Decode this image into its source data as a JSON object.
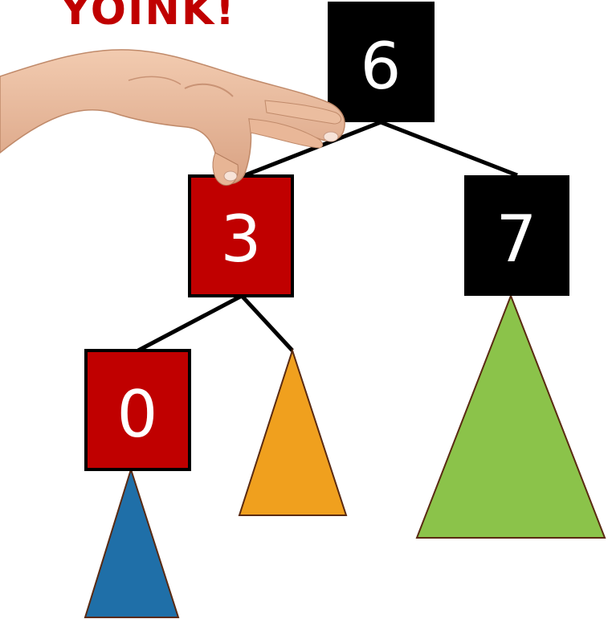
{
  "caption": "YOINK!",
  "colors": {
    "caption": "#c00000",
    "red_node": "#c00000",
    "black_node": "#000000",
    "node_text": "#ffffff",
    "edge": "#000000",
    "triangle_outline": "#5a2a12",
    "skin": "#e8b89a"
  },
  "nodes": {
    "root": {
      "label": "6",
      "color": "black"
    },
    "left": {
      "label": "3",
      "color": "red"
    },
    "right": {
      "label": "7",
      "color": "black"
    },
    "left_left": {
      "label": "0",
      "color": "red"
    }
  },
  "subtrees": {
    "under_0": {
      "color": "#1f6fa8"
    },
    "right_of_3": {
      "color": "#f0a01e"
    },
    "under_7": {
      "color": "#8bc34a"
    }
  },
  "hand": {
    "icon": "hand-pinch-icon"
  }
}
